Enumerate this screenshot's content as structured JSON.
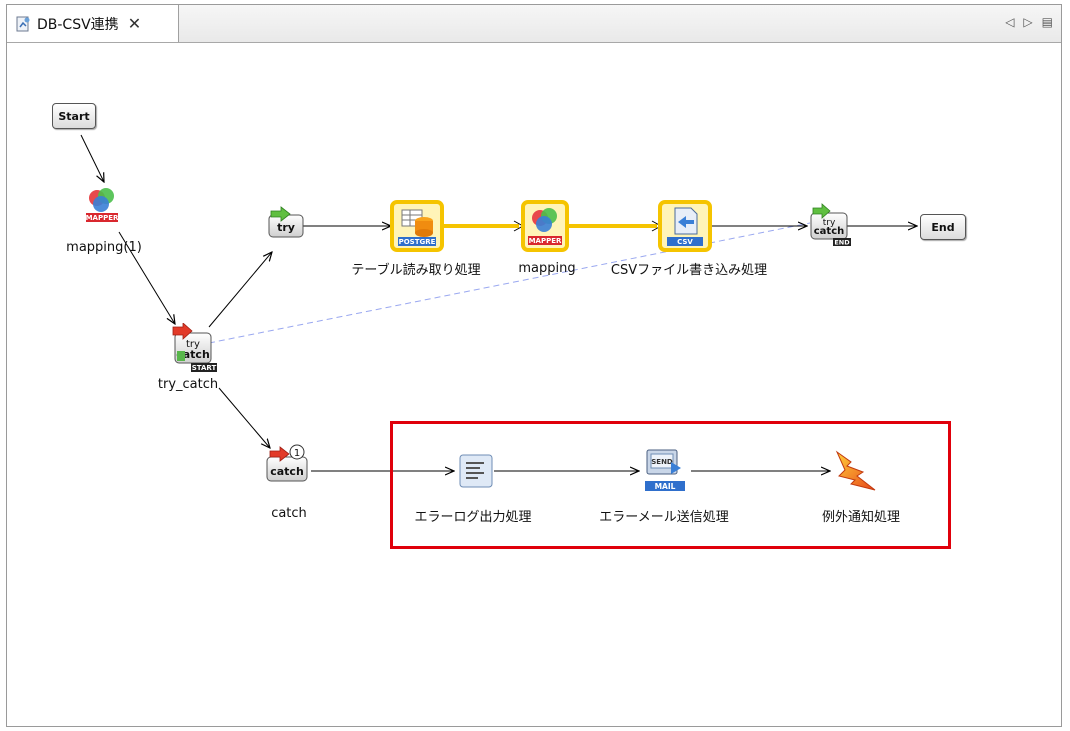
{
  "tab": {
    "title": "DB-CSV連携",
    "close": "✕"
  },
  "tab_controls": {
    "prev": "◁",
    "next": "▷",
    "menu": "▤"
  },
  "nodes": {
    "start": {
      "label": "Start"
    },
    "mapping1": {
      "label": "mapping(1)",
      "badge": "MAPPER"
    },
    "try_catch": {
      "label": "try_catch",
      "icon_text": "try\ncatch",
      "badge": "START"
    },
    "try": {
      "icon_text": "try"
    },
    "table_read": {
      "label": "テーブル読み取り処理",
      "badge": "POSTGRE"
    },
    "mapping": {
      "label": "mapping",
      "badge": "MAPPER"
    },
    "csv_write": {
      "label": "CSVファイル書き込み処理",
      "badge": "CSV"
    },
    "try_end": {
      "icon_text": "try\ncatch",
      "badge": "END"
    },
    "end": {
      "label": "End"
    },
    "catch": {
      "label": "catch",
      "icon_text": "catch",
      "number": "1"
    },
    "error_log": {
      "label": "エラーログ出力処理"
    },
    "error_mail": {
      "label": "エラーメール送信処理",
      "badge": "MAIL",
      "icon_text": "SEND"
    },
    "exception_notify": {
      "label": "例外通知処理"
    }
  },
  "colors": {
    "highlight_box": "#e0000b",
    "selected_glow": "#f5c400",
    "try_catch_dashed_link": "#9aa8f0"
  }
}
